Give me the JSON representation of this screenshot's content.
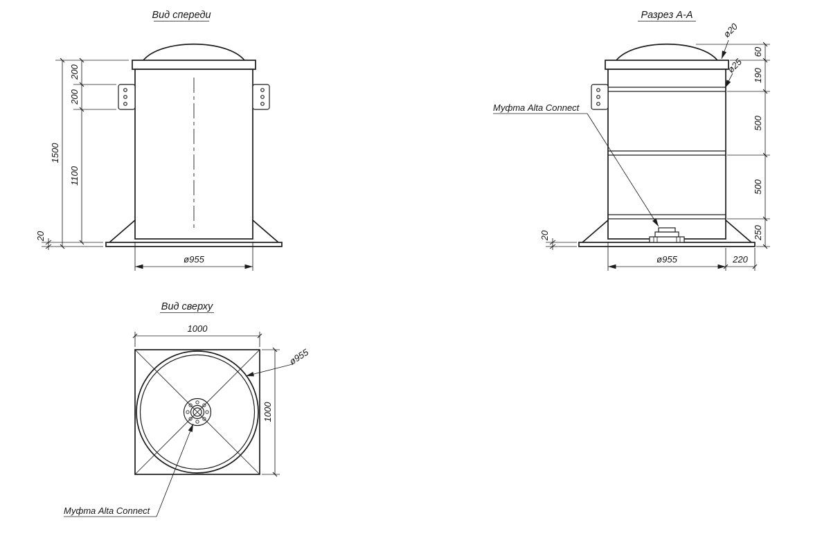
{
  "drawing": {
    "front": {
      "title": "Вид спереди",
      "dims": {
        "total_height": "1500",
        "upper_offset": "200",
        "lug_height": "200",
        "body_height": "1100",
        "base_thickness": "20",
        "diameter": "ø955"
      }
    },
    "section": {
      "title": "Разрез А-А",
      "coupling_label": "Муфта Alta Connect",
      "dims": {
        "hole_top": "ø20",
        "hole_side": "ø25",
        "seg_top": "60",
        "seg_upper": "190",
        "seg_mid1": "500",
        "seg_mid2": "500",
        "seg_bottom": "250",
        "base_thickness": "20",
        "diameter": "ø955",
        "flange_overhang": "220"
      }
    },
    "top": {
      "title": "Вид сверху",
      "coupling_label": "Муфта Alta Connect",
      "dims": {
        "width": "1000",
        "height": "1000",
        "diameter": "ø955"
      }
    }
  }
}
